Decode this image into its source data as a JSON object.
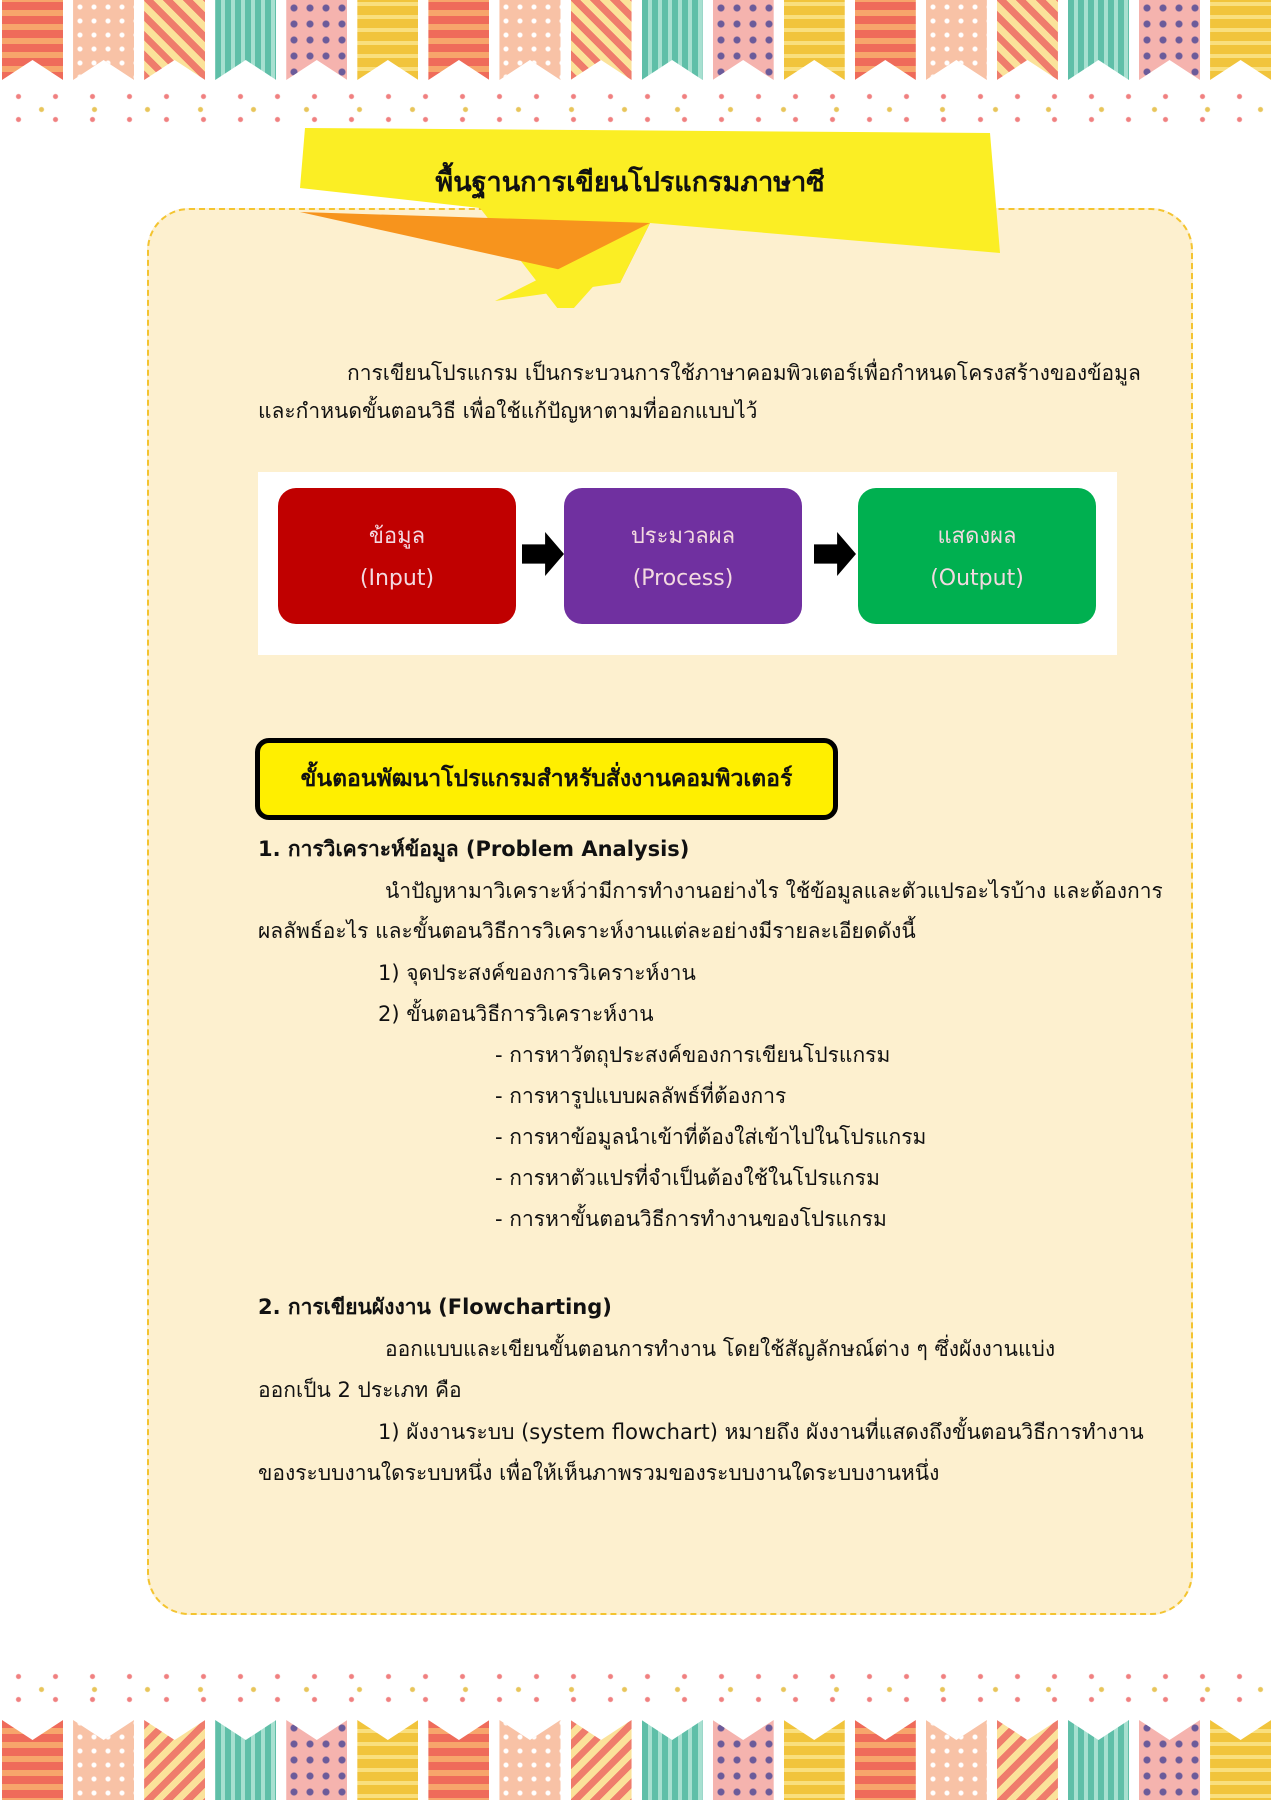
{
  "title": "พื้นฐานการเขียนโปรแกรมภาษาซี",
  "intro": [
    "การเขียนโปรแกรม เป็นกระบวนการใช้ภาษาคอมพิวเตอร์เพื่อกำหนดโครงสร้างของข้อมูล",
    "และกำหนดขั้นตอนวิธี เพื่อใช้แก้ปัญหาตามที่ออกแบบไว้"
  ],
  "diagram": {
    "boxes": [
      {
        "th": "ข้อมูล",
        "en": "(Input)",
        "color": "#c00000"
      },
      {
        "th": "ประมวลผล",
        "en": "(Process)",
        "color": "#7030a0"
      },
      {
        "th": "แสดงผล",
        "en": "(Output)",
        "color": "#00b050"
      }
    ]
  },
  "steps_heading": "ขั้นตอนพัฒนาโปรแกรมสำหรับสั่งงานคอมพิวเตอร์",
  "s1": {
    "title": "1. การวิเคราะห์ข้อมูล (Problem Analysis)",
    "lines": [
      "นำปัญหามาวิเคราะห์ว่ามีการทำงานอย่างไร ใช้ข้อมูลและตัวแปรอะไรบ้าง และต้องการ",
      "ผลลัพธ์อะไร และขั้นตอนวิธีการวิเคราะห์งานแต่ละอย่างมีรายละเอียดดังนี้"
    ],
    "items": [
      "1) จุดประสงค์ของการวิเคราะห์งาน",
      "2) ขั้นตอนวิธีการวิเคราะห์งาน"
    ],
    "bullets": [
      "-  การหาวัตถุประสงค์ของการเขียนโปรแกรม",
      "-  การหารูปแบบผลลัพธ์ที่ต้องการ",
      "-  การหาข้อมูลนำเข้าที่ต้องใส่เข้าไปในโปรแกรม",
      "-  การหาตัวแปรที่จำเป็นต้องใช้ในโปรแกรม",
      "-  การหาขั้นตอนวิธีการทำงานของโปรแกรม"
    ]
  },
  "s2": {
    "title": "2. การเขียนผังงาน (Flowcharting)",
    "lines": [
      "ออกแบบและเขียนขั้นตอนการทำงาน โดยใช้สัญลักษณ์ต่าง ๆ ซึ่งผังงานแบ่ง",
      "ออกเป็น 2 ประเภท คือ",
      "1) ผังงานระบบ (system flowchart) หมายถึง ผังงานที่แสดงถึงขั้นตอนวิธีการทำงาน",
      "ของระบบงานใดระบบหนึ่ง เพื่อให้เห็นภาพรวมของระบบงานใดระบบงานหนึ่ง"
    ]
  }
}
